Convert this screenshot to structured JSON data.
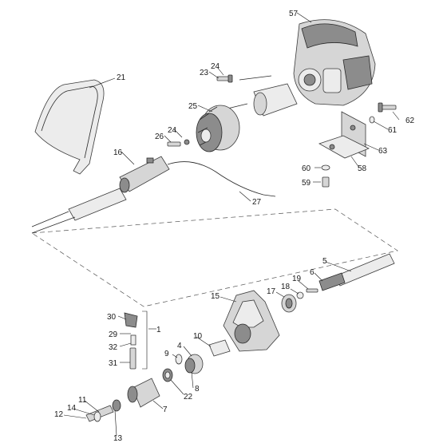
{
  "callouts": {
    "c57": "57",
    "c21": "21",
    "c24a": "24",
    "c23": "23",
    "c25": "25",
    "c24b": "24",
    "c26": "26",
    "c16": "16",
    "c62": "62",
    "c61": "61",
    "c63": "63",
    "c60": "60",
    "c58": "58",
    "c59": "59",
    "c27": "27",
    "c5": "5",
    "c6": "6",
    "c19": "19",
    "c18": "18",
    "c17": "17",
    "c15": "15",
    "c30": "30",
    "c1": "1",
    "c29": "29",
    "c32": "32",
    "c31": "31",
    "c10": "10",
    "c4": "4",
    "c9": "9",
    "c8": "8",
    "c22": "22",
    "c7": "7",
    "c11": "11",
    "c14": "14",
    "c12": "12",
    "c13": "13"
  }
}
